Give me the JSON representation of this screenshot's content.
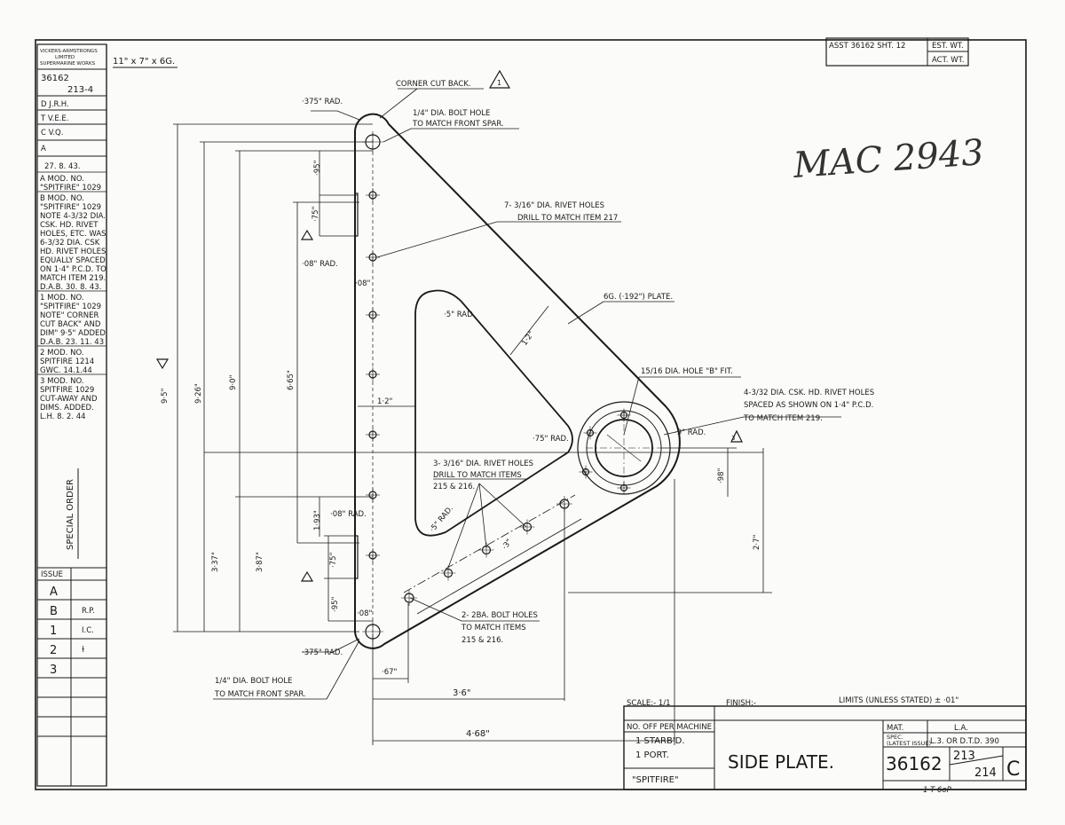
{
  "title_block_left": {
    "company": [
      "VICKERS-ARMSTRONGS",
      "LIMITED",
      "SUPERMARINE WORKS"
    ],
    "material_size": "11\" x 7\" x 6G.",
    "drawing_no": "36162",
    "sheet_no": "213-4",
    "signatures": [
      "D  J.R.H.",
      "T  V.E.E.",
      "C  V.Q.",
      "A"
    ],
    "date": "27. 8. 43.",
    "mods": [
      [
        "A  MOD. NO.",
        "\"SPITFIRE\" 1029"
      ],
      [
        "B  MOD. NO.",
        "\"SPITFIRE\" 1029",
        "NOTE 4-3/32 DIA.",
        "CSK. HD. RIVET",
        "HOLES, ETC. WAS",
        "6-3/32 DIA. CSK",
        "HD. RIVET HOLES",
        "EQUALLY SPACED",
        "ON 1·4\" P.C.D. TO",
        "MATCH ITEM 219.",
        "D.A.B. 30. 8. 43."
      ],
      [
        "1  MOD. NO.",
        "\"SPITFIRE\" 1029",
        "NOTE\" CORNER",
        "CUT BACK\" AND",
        "DIM\" 9·5\" ADDED",
        "D.A.B. 23. 11. 43"
      ],
      [
        "2  MOD. NO.",
        "SPITFIRE 1214",
        "GWC. 14.1.44"
      ],
      [
        "3  MOD. NO.",
        "SPITFIRE 1029",
        "CUT-AWAY AND",
        "DIMS. ADDED.",
        "L.H. 8. 2. 44"
      ]
    ],
    "special_order": "SPECIAL ORDER",
    "issue_header": "ISSUE",
    "issues": [
      {
        "code": "A",
        "initials": ""
      },
      {
        "code": "B",
        "initials": "R.P."
      },
      {
        "code": "1",
        "initials": "I.C."
      },
      {
        "code": "2",
        "initials": "ɫ"
      },
      {
        "code": "3",
        "initials": ""
      }
    ]
  },
  "top_right": {
    "assy": "ASST 36162 SHT. 12",
    "est_wt": "EST. WT.",
    "act_wt": "ACT. WT."
  },
  "handwritten_note": "MAC 2943",
  "bottom_block": {
    "scale": "SCALE:- 1/1",
    "finish": "FINISH:-",
    "limits": "LIMITS (UNLESS STATED) ± ·01\"",
    "no_off": "NO. OFF PER MACHINE",
    "qty_1": "1 STARB'D.",
    "qty_2": "1 PORT.",
    "aircraft": "\"SPITFIRE\"",
    "part_name": "SIDE PLATE.",
    "mat_label": "MAT.",
    "mat_value": "L.A.",
    "spec_label_1": "SPEC.",
    "spec_label_2": "(LATEST ISSUE)",
    "spec_value": "L.3. OR D.T.D. 390",
    "drawing_no": "36162",
    "item_top": "213",
    "item_bottom": "214",
    "issue_letter": "C",
    "handwritten": "1 T 6oP"
  },
  "annotations": {
    "corner_cut": "CORNER CUT BACK.",
    "bolt_front": "1/4\" DIA. BOLT HOLE",
    "bolt_front_2": "TO MATCH FRONT SPAR.",
    "rivets_7": "7- 3/16\" DIA. RIVET HOLES",
    "rivets_7_2": "DRILL TO MATCH ITEM 217",
    "plate": "6G. (·192\") PLATE.",
    "hole_b": "15/16 DIA. HOLE \"B\" FIT.",
    "csk_1": "4-3/32 DIA. CSK. HD. RIVET HOLES",
    "csk_2": "SPACED AS SHOWN ON 1·4\" P.C.D.",
    "csk_3": "TO MATCH ITEM 219.",
    "rivets_3": "3- 3/16\" DIA. RIVET HOLES",
    "rivets_3_2": "DRILL TO MATCH ITEMS",
    "rivets_3_3": "215 & 216.",
    "bolts_2ba": "2- 2BA. BOLT HOLES",
    "bolts_2ba_2": "TO MATCH ITEMS",
    "bolts_2ba_3": "215 & 216.",
    "bolt_rear": "1/4\" DIA. BOLT HOLE",
    "bolt_rear_2": "TO MATCH FRONT SPAR."
  },
  "dimensions": {
    "rad_375_top": "·375\" RAD.",
    "rad_375_bot": "·375\" RAD.",
    "d95_top": "·95\"",
    "d75_top": "·75\"",
    "d08rad_top": "·08\" RAD.",
    "d08_top": "·08\"",
    "d95_left": "9·5\"",
    "d926": "9·26\"",
    "d90": "9·0\"",
    "d665": "6·65\"",
    "d12_mid": "1·2\"",
    "d12_diag": "1·2\"",
    "rad5": "·5\" RAD.",
    "rad75": "·75\" RAD.",
    "rad9": "·9\" RAD.",
    "rad5_low": "·5\" RAD.",
    "d193": "1·93\"",
    "d08rad_bot": "·08\" RAD.",
    "d75_bot": "·75\"",
    "d95_bot": "·95\"",
    "d08_bot": "·08\"",
    "d337": "3·37\"",
    "d387": "3·87\"",
    "d98": "·98\"",
    "d27": "2·7\"",
    "d67": "·67\"",
    "d36": "3·6\"",
    "d468": "4·68\"",
    "d3": "·3\""
  }
}
